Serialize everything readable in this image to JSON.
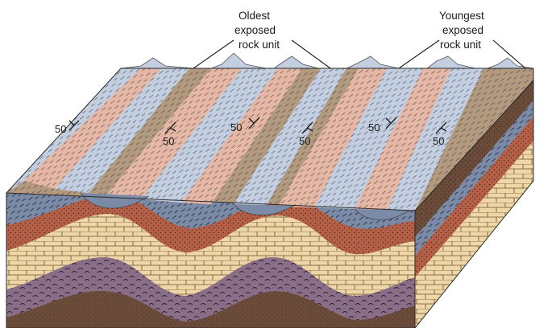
{
  "labels": {
    "oldest_line1": "Oldest",
    "oldest_line2": "exposed",
    "oldest_line3": "rock unit",
    "youngest_line1": "Youngest",
    "youngest_line2": "exposed",
    "youngest_line3": "rock unit"
  },
  "dip_labels": [
    "50",
    "50",
    "50",
    "50",
    "50",
    "50"
  ],
  "colors": {
    "light_blue_band": "#c3cfe0",
    "pink_band": "#e6b7a4",
    "tan_band": "#b39a7e",
    "slate_blue_layer": "#7b8aa7",
    "brick_layer": "#b45f46",
    "cream_limestone": "#efd6a6",
    "purple_layer": "#8a6d86",
    "dark_brown_layer": "#6b4b3a"
  }
}
